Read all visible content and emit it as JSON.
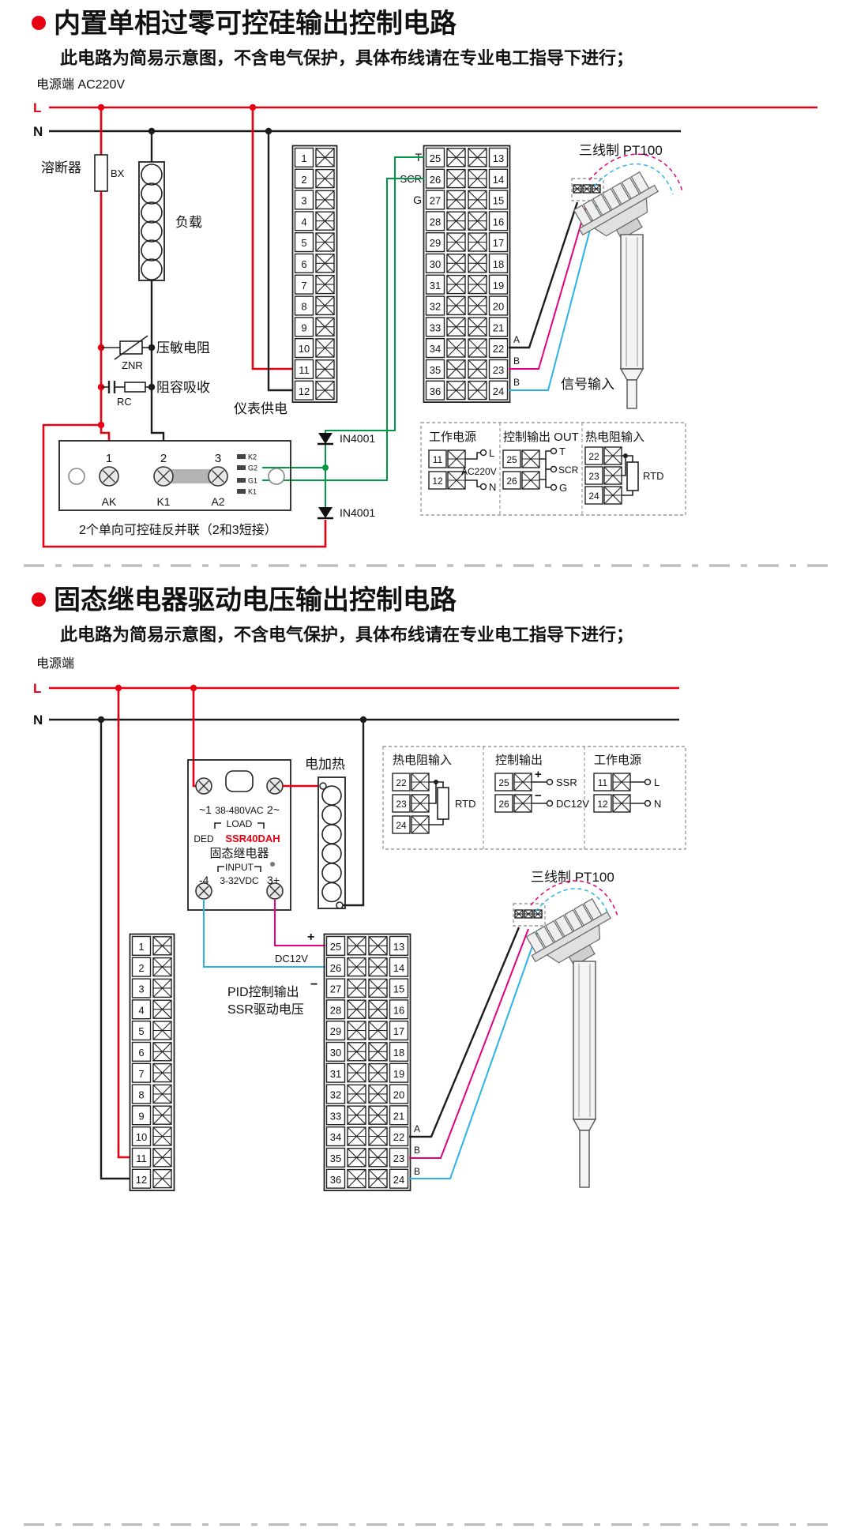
{
  "terminals": {
    "left": [
      "1",
      "2",
      "3",
      "4",
      "5",
      "6",
      "7",
      "8",
      "9",
      "10",
      "11",
      "12"
    ],
    "mid": [
      "25",
      "26",
      "27",
      "28",
      "29",
      "30",
      "31",
      "32",
      "33",
      "34",
      "35",
      "36"
    ],
    "right": [
      "13",
      "14",
      "15",
      "16",
      "17",
      "18",
      "19",
      "20",
      "21",
      "22",
      "23",
      "24"
    ]
  },
  "section1": {
    "title": "内置单相过零可控硅输出控制电路",
    "subtitle": "此电路为简易示意图，不含电气保护，具体布线请在专业电工指导下进行；",
    "power_label": "电源端  AC220V",
    "l": "L",
    "n": "N",
    "fuse": "溶断器",
    "fuse_code": "BX",
    "load": "负载",
    "varistor": "压敏电阻",
    "varistor_code": "ZNR",
    "rc": "阻容吸收",
    "rc_code": "RC",
    "meter_supply": "仪表供电",
    "t": "T",
    "scr": "SCR",
    "g": "G",
    "pt100": "三线制 PT100",
    "a": "A",
    "b1": "B",
    "b2": "B",
    "signal": "信号输入",
    "diode1": "IN4001",
    "diode2": "IN4001",
    "module": {
      "n1": "1",
      "n2": "2",
      "n3": "3",
      "l1": "AK",
      "l2": "K1",
      "l3": "A2",
      "pins": [
        "K2",
        "G2",
        "G1",
        "K1"
      ]
    },
    "note": "2个单向可控硅反并联（2和3短接）",
    "legend": {
      "power_title": "工作电源",
      "power_terms": [
        "11",
        "12"
      ],
      "l": "L",
      "n": "N",
      "volt": "AC220V",
      "out_title": "控制输出 OUT",
      "out_terms": [
        "25",
        "26"
      ],
      "t": "T",
      "scr": "SCR",
      "g": "G",
      "rtd_title": "热电阻输入",
      "rtd_terms": [
        "22",
        "23",
        "24"
      ],
      "rtd": "RTD"
    }
  },
  "section2": {
    "title": "固态继电器驱动电压输出控制电路",
    "subtitle": "此电路为简易示意图，不含电气保护，具体布线请在专业电工指导下进行；",
    "power_label": "电源端",
    "l": "L",
    "n": "N",
    "heater": "电加热",
    "ssr": {
      "p1": "~1",
      "v1": "38-480VAC",
      "p2": "2~",
      "load": "LOAD",
      "brand": "DED",
      "model": "SSR40DAH",
      "name": "固态继电器",
      "input": "INPUT",
      "m4": "-4",
      "v2": "3-32VDC",
      "p3": "3+"
    },
    "legend": {
      "rtd_title": "热电阻输入",
      "rtd_terms": [
        "22",
        "23",
        "24"
      ],
      "rtd": "RTD",
      "out_title": "控制输出",
      "out_terms": [
        "25",
        "26"
      ],
      "plus": "+",
      "minus": "−",
      "ssr": "SSR",
      "volt": "DC12V",
      "power_title": "工作电源",
      "power_terms": [
        "11",
        "12"
      ],
      "l": "L",
      "n": "N"
    },
    "pt100": "三线制 PT100",
    "plus": "+",
    "volt": "DC12V",
    "minus": "−",
    "pid1": "PID控制输出",
    "pid2": "SSR驱动电压",
    "a": "A",
    "b1": "B",
    "b2": "B"
  }
}
